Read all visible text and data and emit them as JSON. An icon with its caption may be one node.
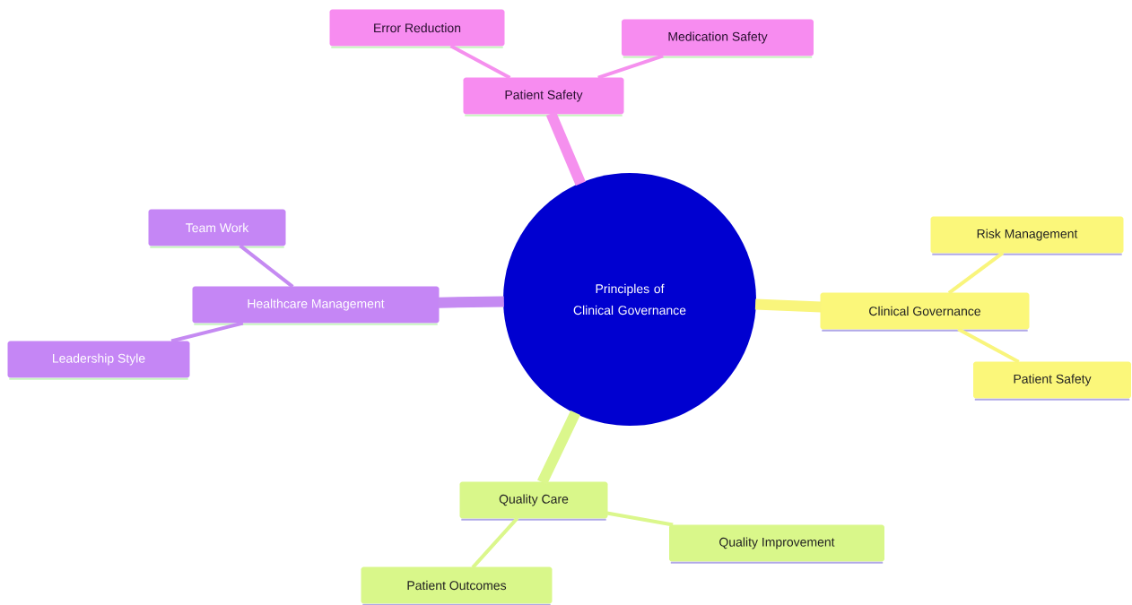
{
  "diagram": {
    "nodes": [
      {
        "text": [
          "Error Reduction"
        ]
      },
      {
        "text": [
          "Medication Safety"
        ]
      },
      {
        "text": [
          "Patient Safety"
        ]
      },
      {
        "text": [
          "Team Work"
        ]
      },
      {
        "text": [
          "Risk Management"
        ]
      },
      {
        "text": [
          "Principles of Clinical Governance"
        ]
      },
      {
        "text": [
          "Healthcare Management"
        ]
      },
      {
        "text": [
          "Clinical Governance"
        ]
      },
      {
        "text": [
          "Leadership Style"
        ]
      },
      {
        "text": [
          "Patient Safety"
        ]
      },
      {
        "text": [
          "Quality Care"
        ]
      },
      {
        "text": [
          "Quality Improvement"
        ]
      },
      {
        "text": [
          "Patient Outcomes"
        ]
      }
    ],
    "edges": [
      {
        "from": 5,
        "to": 2,
        "arrow": "none",
        "style": "thick",
        "color": "#f590ee"
      },
      {
        "from": 2,
        "to": 0,
        "arrow": "none",
        "color": "#f590ee"
      },
      {
        "from": 2,
        "to": 1,
        "arrow": "none",
        "color": "#f590ee"
      },
      {
        "from": 5,
        "to": 6,
        "arrow": "none",
        "style": "thick",
        "color": "#c58af2"
      },
      {
        "from": 6,
        "to": 3,
        "arrow": "none",
        "color": "#c58af2"
      },
      {
        "from": 6,
        "to": 8,
        "arrow": "none",
        "color": "#c58af2"
      },
      {
        "from": 5,
        "to": 7,
        "arrow": "none",
        "style": "thick",
        "color": "#f9f57c"
      },
      {
        "from": 7,
        "to": 4,
        "arrow": "none",
        "color": "#f9f57c"
      },
      {
        "from": 7,
        "to": 9,
        "arrow": "none",
        "color": "#f9f57c"
      },
      {
        "from": 5,
        "to": 10,
        "arrow": "none",
        "style": "thick",
        "color": "#dbf78c"
      },
      {
        "from": 10,
        "to": 11,
        "arrow": "none",
        "color": "#dbf78c"
      },
      {
        "from": 10,
        "to": 12,
        "arrow": "none",
        "color": "#dbf78c"
      }
    ]
  }
}
